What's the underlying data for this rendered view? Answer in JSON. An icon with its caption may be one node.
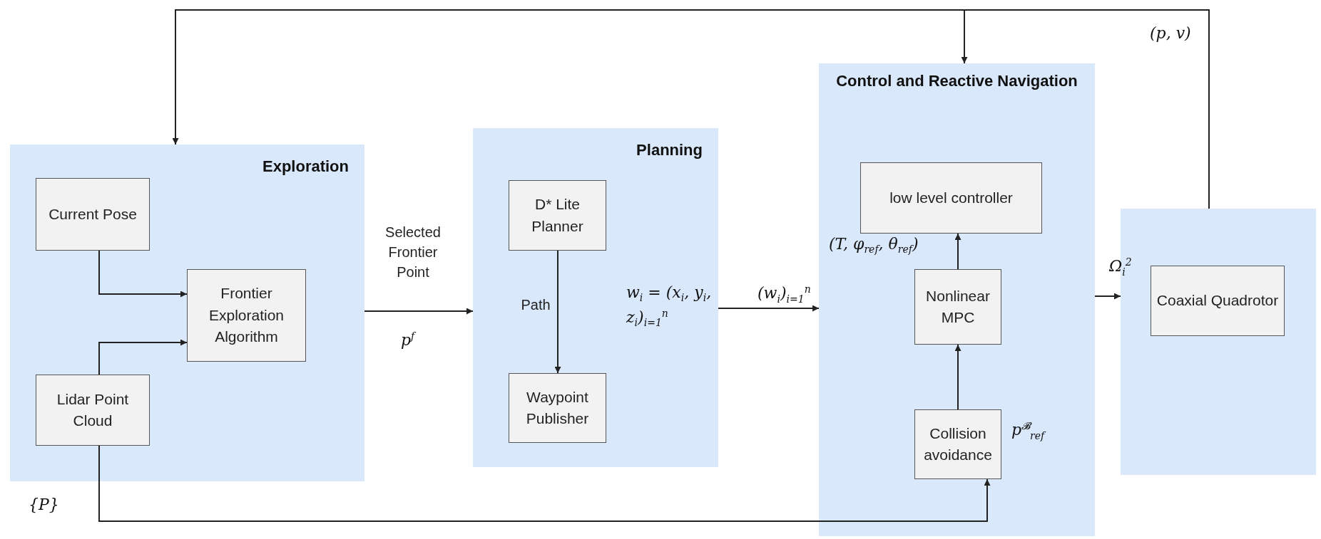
{
  "diagram": {
    "nodes": [
      {
        "text": [
          "Exploration"
        ]
      },
      {
        "text": [
          "Current Pose"
        ],
        "in": 0
      },
      {
        "text": [
          "Frontier Exploration Algorithm"
        ],
        "in": 0
      },
      {
        "text": [
          "Lidar Point Cloud"
        ],
        "in": 0
      },
      {
        "text": [
          "Planning"
        ]
      },
      {
        "text": [
          "D* Lite Planner"
        ],
        "in": 4
      },
      {
        "text": [
          "Waypoint Publisher"
        ],
        "in": 4
      },
      {
        "text": [
          "Control and Reactive Navigation"
        ]
      },
      {
        "text": [
          "low level controller"
        ],
        "in": 7
      },
      {
        "text": [
          "Nonlinear MPC"
        ],
        "in": 7
      },
      {
        "text": [
          "Collision avoidance"
        ],
        "in": 7
      },
      {
        "text": [],
        "shape": "box"
      },
      {
        "text": [
          "Coaxial Quadrotor"
        ],
        "in": 11
      }
    ],
    "edges": [
      {
        "from": 1,
        "to": 2,
        "arrow": "to"
      },
      {
        "from": 3,
        "to": 2,
        "arrow": "to"
      },
      {
        "from": 0,
        "to": 4,
        "arrow": "to",
        "label": "Selected Frontier Point"
      },
      {
        "from": 5,
        "to": 6,
        "arrow": "to",
        "label": "Path"
      },
      {
        "from": 4,
        "to": 7,
        "arrow": "to",
        "label": "(w$_{i}$)$_{i=1}$$^{n}$"
      },
      {
        "from": 10,
        "to": 9,
        "arrow": "to",
        "label": "p$^{𝓑}$$_{ref}$"
      },
      {
        "from": 9,
        "to": 8,
        "arrow": "to",
        "label": "(T, φ$_{ref}$, θ$_{ref}$)"
      },
      {
        "from": 7,
        "to": 11,
        "arrow": "to",
        "label": "Ω$_{i}$$^{2}$"
      },
      {
        "from": 11,
        "to": 0,
        "arrow": "to",
        "label": "(p, v)"
      },
      {
        "from": 11,
        "to": 7,
        "arrow": "to"
      },
      {
        "from": 3,
        "to": 10,
        "arrow": "to",
        "label": "{P}"
      }
    ],
    "labels": [
      "p$^{f}$",
      "w$_{i}$ = (x$_{i}$, y$_{i}$, z$_{i}$)$_{i=1}$$^{n}$"
    ]
  }
}
